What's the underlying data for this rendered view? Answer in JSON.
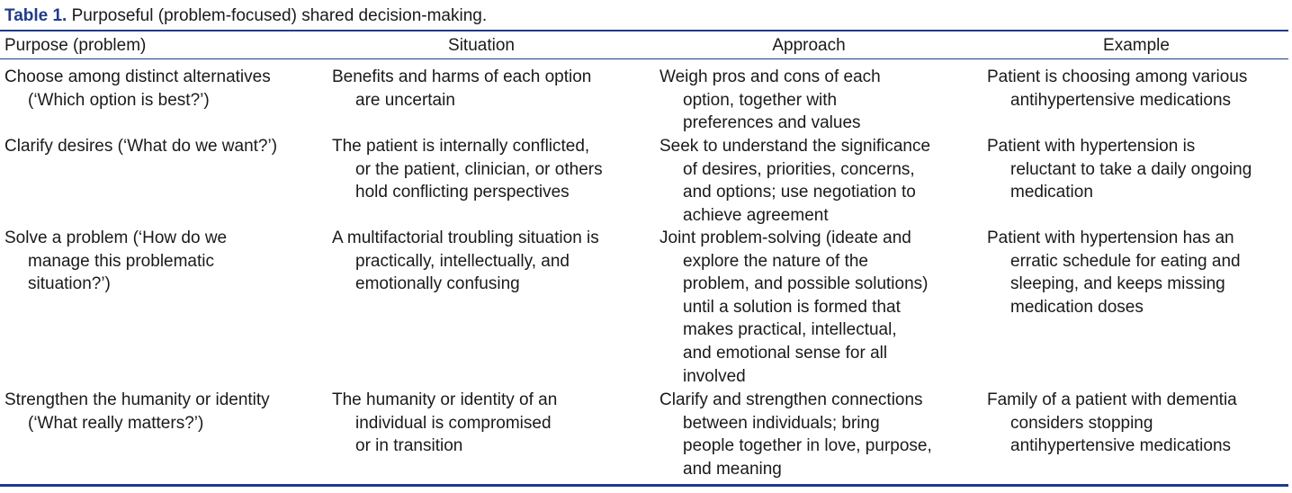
{
  "caption": {
    "label": "Table 1.",
    "text": "Purposeful (problem-focused) shared decision-making."
  },
  "headers": [
    "Purpose (problem)",
    "Situation",
    "Approach",
    "Example"
  ],
  "rows": [
    [
      "Choose among distinct alternatives\n(‘Which option is best?’)",
      "Benefits and harms of each option\nare uncertain",
      "Weigh pros and cons of each\noption, together with\npreferences and values",
      "Patient is choosing among various\nantihypertensive medications"
    ],
    [
      "Clarify desires (‘What do we want?’)",
      "The patient is internally conflicted,\nor the patient, clinician, or others\nhold conflicting perspectives",
      "Seek to understand the significance\nof desires, priorities, concerns,\nand options; use negotiation to\nachieve agreement",
      "Patient with hypertension is\nreluctant to take a daily ongoing\nmedication"
    ],
    [
      "Solve a problem (‘How do we\nmanage this problematic\nsituation?’)",
      "A multifactorial troubling situation is\npractically, intellectually, and\nemotionally confusing",
      "Joint problem-solving (ideate and\nexplore the nature of the\nproblem, and possible solutions)\nuntil a solution is formed that\nmakes practical, intellectual,\nand emotional sense for all\ninvolved",
      "Patient with hypertension has an\nerratic schedule for eating and\nsleeping, and keeps missing\nmedication doses"
    ],
    [
      "Strengthen the humanity or identity\n(‘What really matters?’)",
      "The humanity or identity of an\nindividual is compromised\nor in transition",
      "Clarify and strengthen connections\nbetween individuals; bring\npeople together in love, purpose,\nand meaning",
      "Family of a patient with dementia\nconsiders stopping\nantihypertensive medications"
    ]
  ]
}
